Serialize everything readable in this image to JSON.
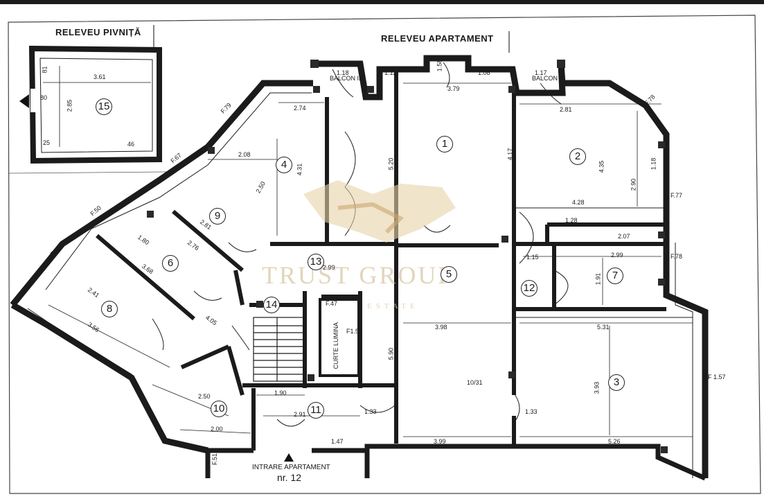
{
  "titles": {
    "cellar": "RELEVEU PIVNIȚĂ",
    "apartment": "RELEVEU APARTAMENT",
    "entrance": "INTRARE APARTAMENT",
    "apartment_no": "nr. 12",
    "light_well": "CURTE LUMINA"
  },
  "balconies": [
    "BALCON II",
    "BALCON"
  ],
  "rooms": [
    "1",
    "2",
    "3",
    "4",
    "6",
    "7",
    "8",
    "9",
    "10",
    "11",
    "12",
    "13",
    "14",
    "15",
    "5"
  ],
  "dimensions": {
    "cellar_w": "3.61",
    "cellar_h": "2.85",
    "cellar_door": "80",
    "cellar_a": "81",
    "cellar_b": "25",
    "cellar_c": "46",
    "r1_w": "3.79",
    "r1_h": "5.20",
    "r1_h2": "4.17",
    "r2_w": "2.81",
    "r2_h": "4.35",
    "r2_b": "4.28",
    "r2_c": "2.90",
    "r2_d": "1.18",
    "r3_w": "5.31",
    "r3_h": "3.93",
    "r3_b": "5.26",
    "r4_w": "2.74",
    "r4_h": "4.31",
    "r4_a": "2.08",
    "r4_b": "2.50",
    "r5_w": "3.98",
    "r5_h": "5.90",
    "r5_b": "3.99",
    "r7_w": "2.99",
    "r7_h": "1.91",
    "r8_a": "2.41",
    "r8_b": "3.56",
    "r6_a": "3.68",
    "r6_b": "1.80",
    "r9_a": "2.81",
    "r9_b": "2.76",
    "hall_a": "4.05",
    "hall_b": "2.99",
    "r10_a": "2.50",
    "r10_b": "2.00",
    "r11_a": "2.91",
    "r11_b": "1.90",
    "w_F79": "F.79",
    "w_F67": "F.67",
    "w_F50": "F.50",
    "w_F47": "F.47",
    "w_F78a": "F.78",
    "w_F77": "F.77",
    "w_F78b": "F.78",
    "w_F157": "F 1.57",
    "w_F157b": "F1.57",
    "w_F47b": "F.47",
    "w_F51": "F.51",
    "b1_w": "1.18",
    "b2_w": "1.17",
    "top_a": "1.12",
    "top_b": "1.58",
    "top_c": "1.08",
    "d_128": "1.28",
    "d_207": "2.07",
    "d_115": "1.15",
    "d_133": "1.33",
    "d_133b": "1.33",
    "d_147": "1.47",
    "d_1031": "10/31"
  },
  "watermark": {
    "line1": "TRUST GROUP",
    "line2": "ESTATE"
  }
}
